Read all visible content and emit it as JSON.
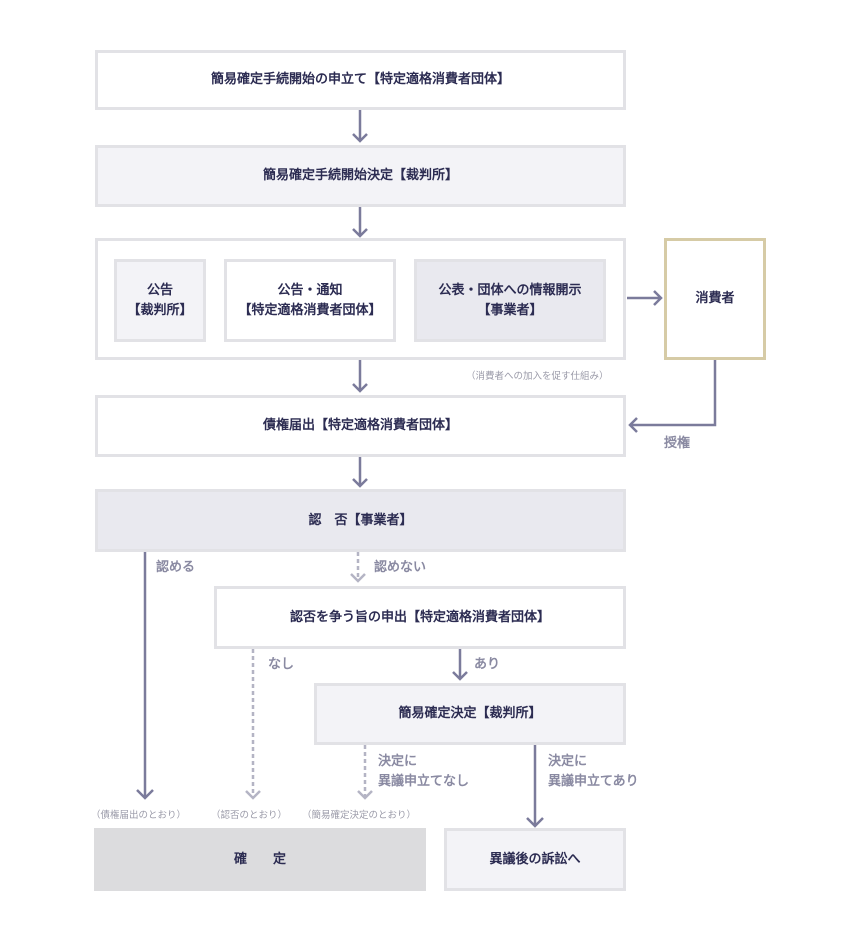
{
  "boxes": {
    "petition": "簡易確定手続開始の申立て【特定適格消費者団体】",
    "start_decision": "簡易確定手続開始決定【裁判所】",
    "notice_court_1": "公告",
    "notice_court_2": "【裁判所】",
    "notice_group_1": "公告・通知",
    "notice_group_2": "【特定適格消費者団体】",
    "disclosure_1": "公表・団体への情報開示",
    "disclosure_2": "【事業者】",
    "consumer": "消費者",
    "claim_filing": "債権届出【特定適格消費者団体】",
    "approval": "認　否【事業者】",
    "dispute": "認否を争う旨の申出【特定適格消費者団体】",
    "simple_decision": "簡易確定決定【裁判所】",
    "final": "確　　定",
    "lawsuit": "異議後の訴訟へ"
  },
  "labels": {
    "mechanism_note": "（消費者への加入を促す仕組み）",
    "authorization": "授権",
    "accept": "認める",
    "reject": "認めない",
    "none": "なし",
    "exists": "あり",
    "no_objection_1": "決定に",
    "no_objection_2": "異議申立てなし",
    "objection_1": "決定に",
    "objection_2": "異議申立てあり",
    "per_claim": "（債権届出のとおり）",
    "per_approval": "（認否のとおり）",
    "per_decision": "（簡易確定決定のとおり）"
  },
  "colors": {
    "arrow": "#7b7b9b",
    "dashed_arrow": "#b4b4c4",
    "consumer_border": "#d6cba6"
  }
}
